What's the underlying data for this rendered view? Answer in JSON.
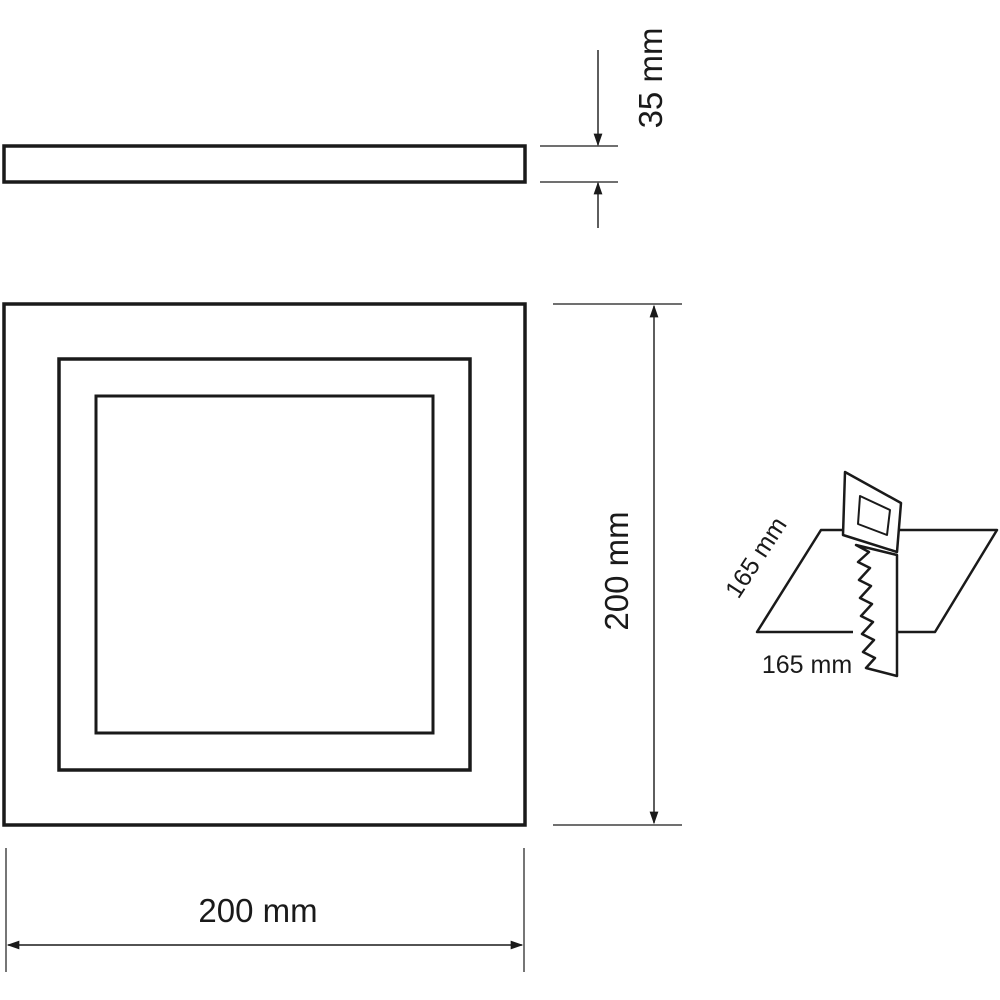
{
  "dimensions": {
    "height_label": "35 mm",
    "side_height_label": "200 mm",
    "width_label": "200 mm"
  },
  "cutout": {
    "depth_label": "165 mm",
    "width_label": "165 mm"
  },
  "colors": {
    "stroke": "#1a1a1a",
    "background": "#ffffff"
  }
}
